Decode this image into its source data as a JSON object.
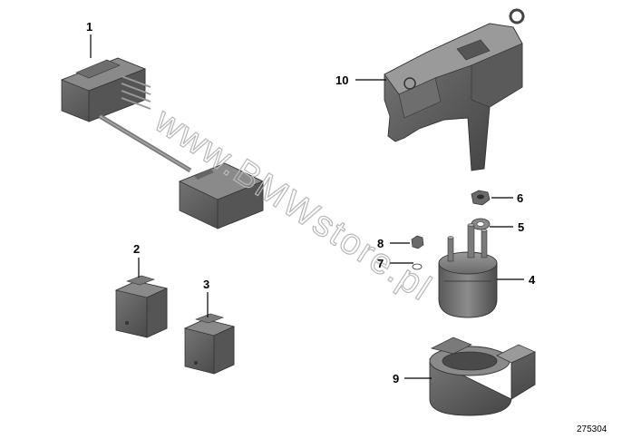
{
  "diagram": {
    "callouts": [
      "1",
      "2",
      "3",
      "4",
      "5",
      "6",
      "7",
      "8",
      "9",
      "10"
    ],
    "diagram_id": "275304",
    "watermark": "www.BMWstore.pl"
  },
  "colors": {
    "part_dark": "#4a4a4a",
    "part_mid": "#6e6e6e",
    "part_light": "#9a9a9a",
    "watermark": "#b8b8b8"
  }
}
